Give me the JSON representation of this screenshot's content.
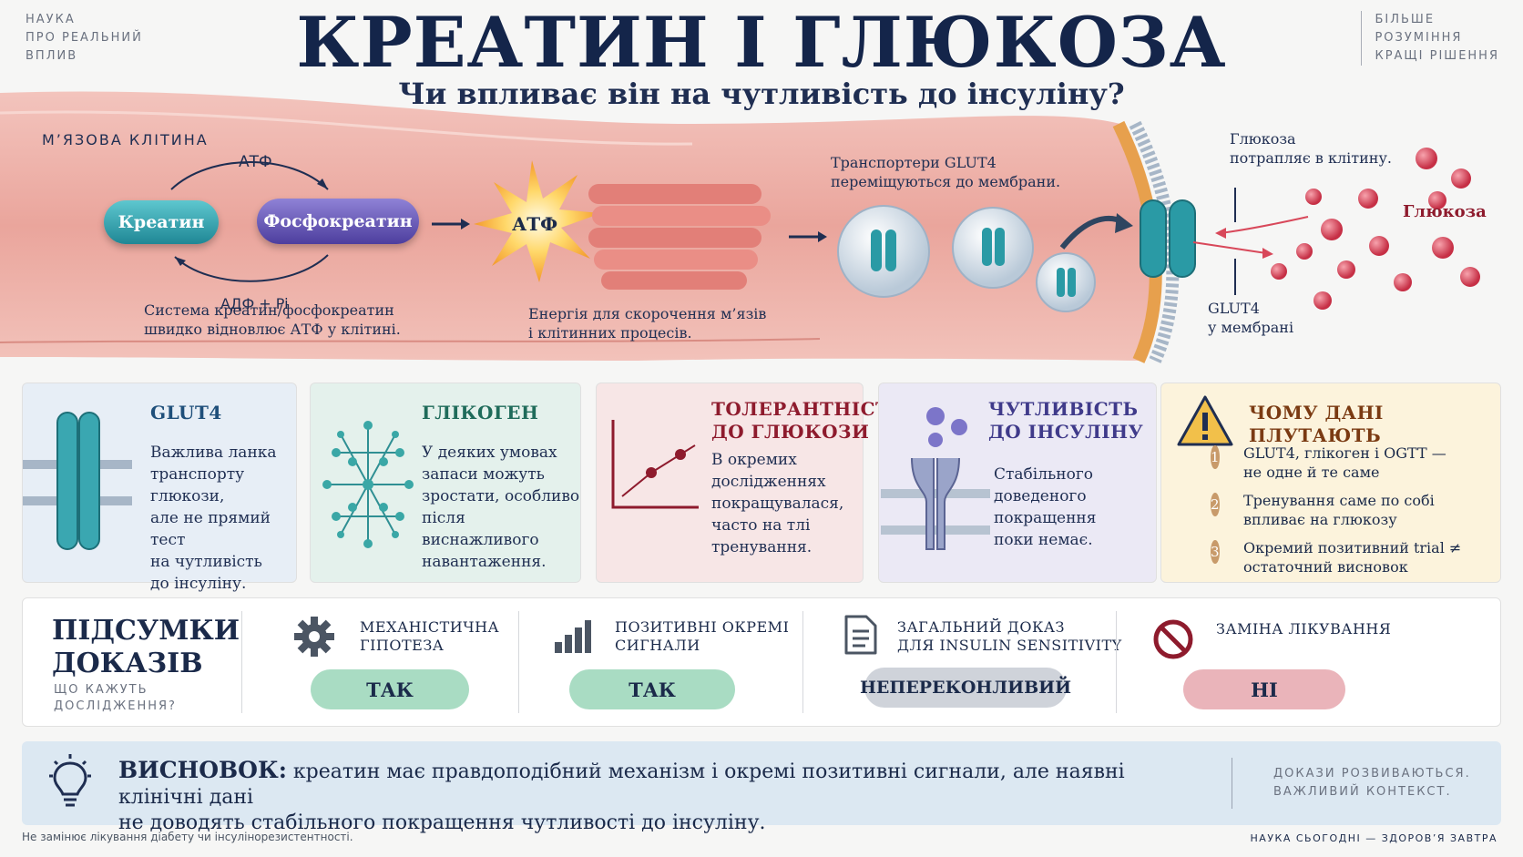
{
  "header": {
    "left_tag": [
      "Наука",
      "про реальний",
      "вплив"
    ],
    "right_tag": [
      "Більше",
      "розуміння",
      "кращі рішення"
    ],
    "title": "КРЕАТИН І ГЛЮКОЗА",
    "subtitle": "Чи впливає він на чутливість до інсуліну?"
  },
  "hero": {
    "cell_label": "М’ЯЗОВА КЛІТИНА",
    "atp_top": "АТФ",
    "adp_bottom": "АДФ + Pi",
    "creatine": "Креатин",
    "phosphocreatine": "Фосфокреатин",
    "system_caption": [
      "Система креатин/фосфокреатин",
      "швидко відновлює АТФ у клітині."
    ],
    "atp_burst": "АТФ",
    "energy_caption": [
      "Енергія для скорочення м’язів",
      "і клітинних процесів."
    ],
    "glut_move_caption": [
      "Транспортери GLUT4",
      "переміщуються до мембрани."
    ],
    "glucose_in_caption": [
      "Глюкоза",
      "потрапляє в клітину."
    ],
    "glucose_label": "Глюкоза",
    "glut_membrane_caption": [
      "GLUT4",
      "у мембрані"
    ],
    "colors": {
      "teal": "#2a9aa5",
      "purple": "#5a4aa8",
      "glucose": "#d8485a"
    }
  },
  "cards": {
    "glut": {
      "title": "GLUT4",
      "text": [
        "Важлива ланка",
        "транспорту глюкози,",
        "але не прямий тест",
        "на чутливість",
        "до інсуліну."
      ],
      "icon": "glut4-transporter-icon"
    },
    "glyco": {
      "title": "ГЛІКОГЕН",
      "text": [
        "У деяких умовах",
        "запаси можуть",
        "зростати, особливо",
        "після виснажливого",
        "навантаження."
      ],
      "icon": "glycogen-molecule-icon"
    },
    "tol": {
      "title": [
        "ТОЛЕРАНТНІСТЬ",
        "ДО ГЛЮКОЗИ"
      ],
      "text": [
        "В окремих",
        "дослідженнях",
        "покращувалася,",
        "часто на тлі",
        "тренування."
      ],
      "icon": "rising-line-chart-icon"
    },
    "sens": {
      "title": [
        "ЧУТЛИВІСТЬ",
        "ДО ІНСУЛІНУ"
      ],
      "text": [
        "Стабільного",
        "доведеного",
        "покращення",
        "поки немає."
      ],
      "icon": "insulin-receptor-icon"
    },
    "warn": {
      "title": "ЧОМУ ДАНІ ПЛУТАЮТЬ",
      "items": [
        {
          "n": "1",
          "text": [
            "GLUT4, глікоген і OGTT —",
            "не одне й те саме"
          ]
        },
        {
          "n": "2",
          "text": [
            "Тренування саме по собі",
            "впливає на глюкозу"
          ]
        },
        {
          "n": "3",
          "text": [
            "Окремий позитивний trial ≠",
            "остаточний висновок"
          ]
        }
      ],
      "icon": "warning-triangle-icon"
    }
  },
  "summary": {
    "title": [
      "ПІДСУМКИ",
      "ДОКАЗІВ"
    ],
    "subtitle": [
      "Що кажуть",
      "дослідження?"
    ],
    "columns": [
      {
        "icon": "gear-icon",
        "title": [
          "МЕХАНІСТИЧНА",
          "ГІПОТЕЗА"
        ],
        "verdict": "ТАК"
      },
      {
        "icon": "bar-chart-icon",
        "title": [
          "ПОЗИТИВНІ ОКРЕМІ",
          "СИГНАЛИ"
        ],
        "verdict": "ТАК"
      },
      {
        "icon": "document-icon",
        "title": [
          "ЗАГАЛЬНИЙ ДОКАЗ",
          "ДЛЯ INSULIN SENSITIVITY"
        ],
        "verdict": "НЕПЕРЕКОНЛИВИЙ"
      },
      {
        "icon": "prohibited-icon",
        "title": [
          "ЗАМІНА ЛІКУВАННЯ"
        ],
        "verdict": "НІ"
      }
    ]
  },
  "conclusion": {
    "label": "ВИСНОВОК:",
    "line1": " креатин має правдоподібний механізм і окремі позитивні сигнали, але наявні клінічні дані",
    "line2": "не доводять стабільного покращення чутливості до інсуліну.",
    "side": [
      "Докази розвиваються.",
      "Важливий контекст."
    ],
    "icon": "lightbulb-icon"
  },
  "footer": {
    "left": "Не замінює лікування діабету чи інсулінорезистентності.",
    "right": "НАУКА СЬОГОДНІ — ЗДОРОВ’Я ЗАВТРА"
  }
}
